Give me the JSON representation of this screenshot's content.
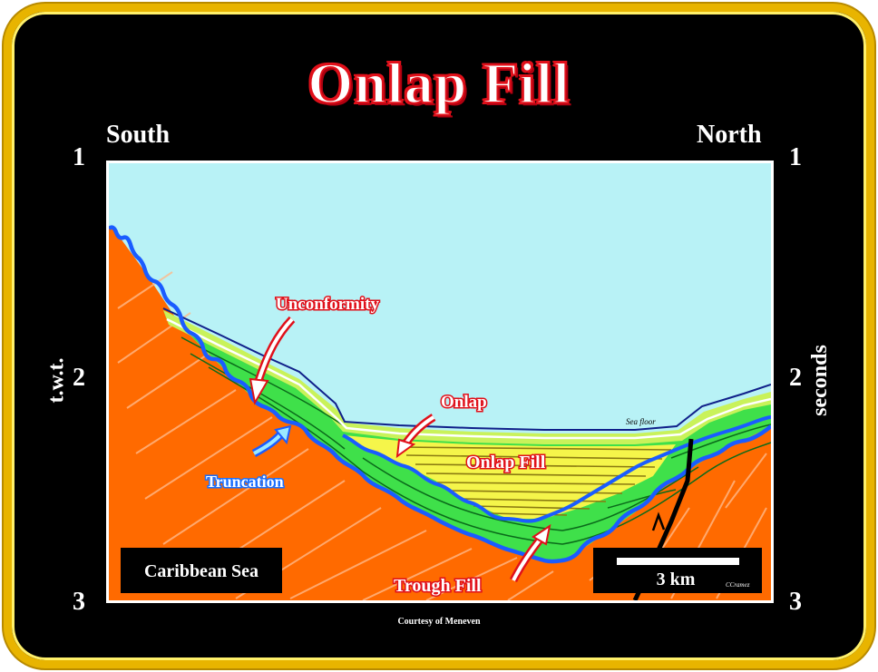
{
  "title": "Onlap Fill",
  "direction": {
    "left": "South",
    "right": "North"
  },
  "axis": {
    "left_label": "t.w.t.",
    "right_label": "seconds",
    "ticks": [
      "1",
      "2",
      "3"
    ]
  },
  "annotations": {
    "unconformity": "Unconformity",
    "truncation": "Truncation",
    "onlap": "Onlap",
    "onlap_fill": "Onlap Fill",
    "trough_fill": "Trough Fill",
    "sea_floor": "Sea floor"
  },
  "location_box": "Caribbean Sea",
  "scale_bar": {
    "label": "3 km",
    "credit": "CCramez"
  },
  "courtesy": "Courtesy of Meneven",
  "colors": {
    "sea": "#b8f2f6",
    "basement": "#ff6a00",
    "fill_green": "#3fe04a",
    "onlap_yellow": "#f5f54a",
    "unconformity_blue": "#1a5cff",
    "frame_gold": "#e8b400",
    "accent_red": "#e0101a"
  }
}
